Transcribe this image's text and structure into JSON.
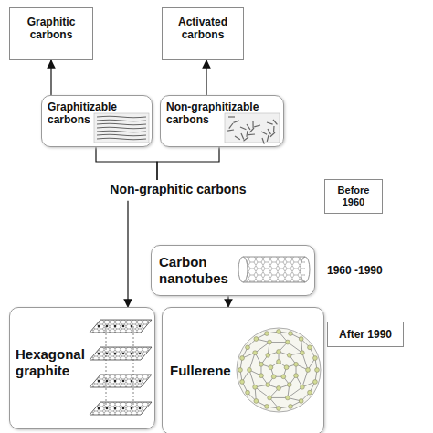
{
  "diagram": {
    "nodes": [
      {
        "text": [
          "Graphitic carbons"
        ]
      },
      {
        "text": [
          "Activated carbons"
        ]
      },
      {
        "text": [
          "Graphitizable carbons"
        ]
      },
      {
        "text": [
          "Non-graphitizable carbons"
        ]
      },
      {
        "text": [
          "Non-graphitic carbons"
        ]
      },
      {
        "text": [
          "Before 1960"
        ]
      },
      {
        "text": [
          "Carbon nanotubes"
        ]
      },
      {
        "text": [
          "Hexagonal graphite"
        ]
      },
      {
        "text": [
          "Fullerene"
        ]
      },
      {
        "text": [
          "After 1990"
        ]
      }
    ],
    "edges": [
      {
        "from": 2,
        "to": 0,
        "arrow": "to"
      },
      {
        "from": 3,
        "to": 1,
        "arrow": "to"
      },
      {
        "from": 2,
        "to": 4,
        "arrow": "none"
      },
      {
        "from": 3,
        "to": 4,
        "arrow": "none"
      },
      {
        "from": 4,
        "to": 7,
        "arrow": "to"
      },
      {
        "from": 6,
        "to": 8,
        "arrow": "to"
      }
    ],
    "labels": [
      "1960 -1990"
    ]
  }
}
